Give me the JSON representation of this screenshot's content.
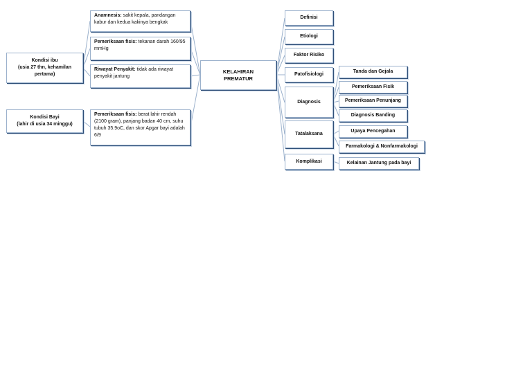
{
  "root": {
    "line1": "KELAHIRAN",
    "line2": "PREMATUR"
  },
  "mother": {
    "title": "Kondisi ibu",
    "subtitle": "(usia 27 thn, kehamilan pertama)"
  },
  "baby": {
    "title": "Kondisi Bayi",
    "subtitle": "(lahir di usia 34 minggu)"
  },
  "anamnesis": {
    "label": "Anamnesis:",
    "text": "sakit kepala, pandangan kabur dan kedua kakinya bengkak"
  },
  "exam_mother": {
    "label": "Pemeriksaan fisis:",
    "text": "tekanan darah 160/95 mmHg"
  },
  "history": {
    "label": "Riwayat Penyakit:",
    "text": "tidak ada riwayat penyakit jantung"
  },
  "exam_baby": {
    "label": "Pemeriksaan fisis:",
    "text": "berat lahir rendah (2100 gram), panjang badan 40 cm, suhu tubuh 35.9oC, dan skor Apgar bayi adalah 6/9"
  },
  "topics": [
    "Definisi",
    "Etiologi",
    "Faktor Risiko",
    "Patofisiologi",
    "Diagnosis",
    "Tatalaksana",
    "Komplikasi"
  ],
  "diagnosis_items": [
    "Tanda dan Gejala",
    "Pemeriksaan Fisik",
    "Pemeriksaan Penunjang",
    "Diagnosis Banding"
  ],
  "tatalaksana_items": [
    "Upaya Pencegahan",
    "Farmakologi & Nonfarmakologi"
  ],
  "komplikasi_items": [
    "Kelainan Jantung pada bayi"
  ],
  "colors": {
    "border": "#9bb1cc",
    "shadow": "#2f4f78",
    "connector": "#9bb1cc"
  }
}
